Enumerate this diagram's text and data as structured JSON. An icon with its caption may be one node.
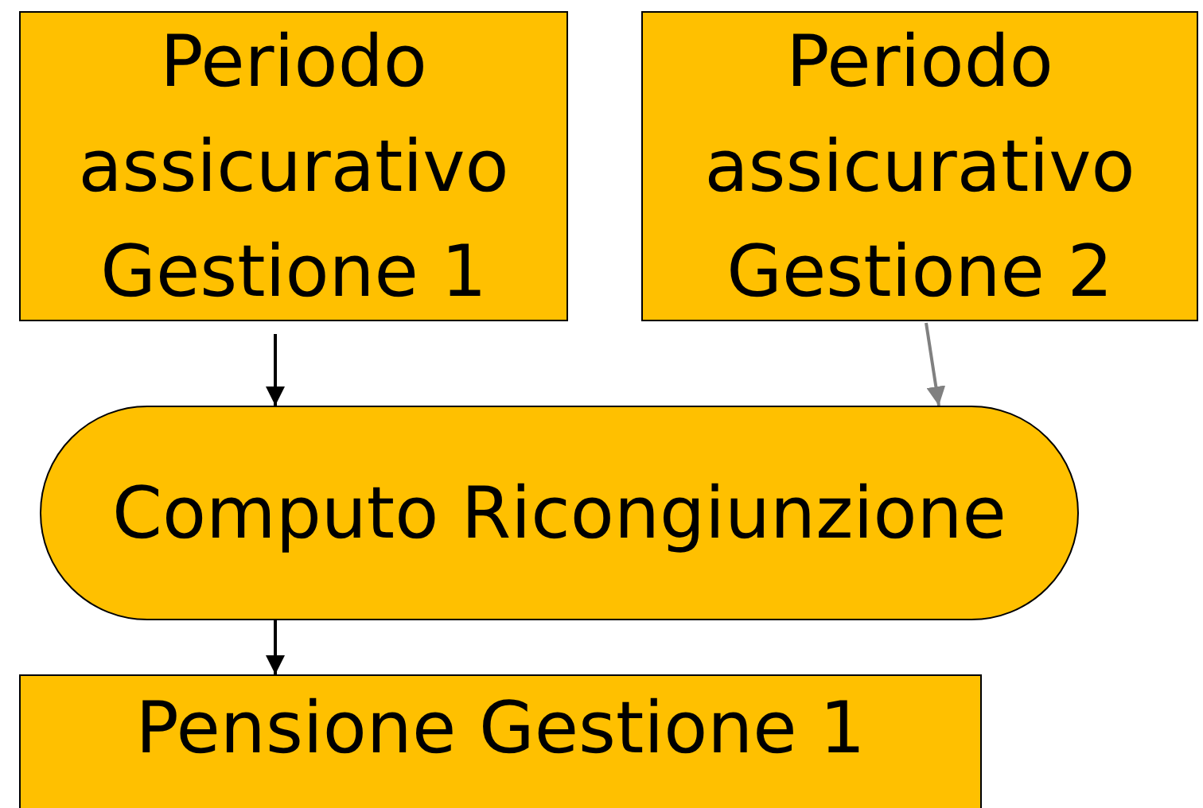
{
  "diagram": {
    "nodes": [
      {
        "text": [
          "Periodo assicurativo Gestione 1"
        ]
      },
      {
        "text": [
          "Periodo assicurativo Gestione 2"
        ]
      },
      {
        "text": [
          "Computo Ricongiunzione"
        ]
      },
      {
        "text": [
          "Pensione Gestione 1"
        ]
      }
    ],
    "edges": [
      {
        "from": 0,
        "to": 2,
        "arrow": "to"
      },
      {
        "from": 1,
        "to": 2,
        "arrow": "to",
        "color": "#808080"
      },
      {
        "from": 2,
        "to": 3,
        "arrow": "to"
      }
    ]
  }
}
